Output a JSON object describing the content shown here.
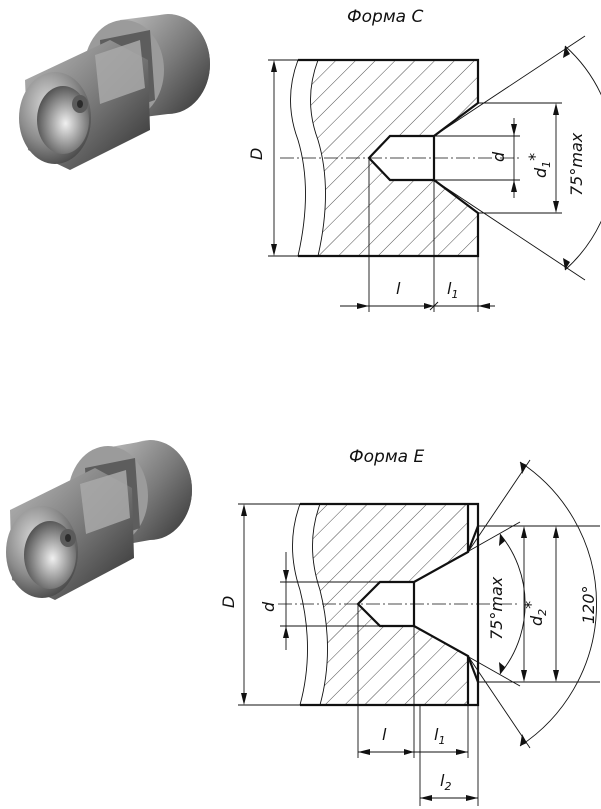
{
  "form_c": {
    "title": "Форма С",
    "dims": {
      "D": "D",
      "d": "d",
      "d1": "d",
      "d1_sub": "1",
      "star": "*",
      "angle": "75°max",
      "l": "l",
      "l1": "l",
      "l1_sub": "1"
    }
  },
  "form_e": {
    "title": "Форма Е",
    "dims": {
      "D": "D",
      "d": "d",
      "d2": "d",
      "d2_sub": "2",
      "star": "*",
      "angle75": "75°max",
      "angle120": "120°",
      "l": "l",
      "l1": "l",
      "l1_sub": "1",
      "l2": "l",
      "l2_sub": "2"
    }
  }
}
